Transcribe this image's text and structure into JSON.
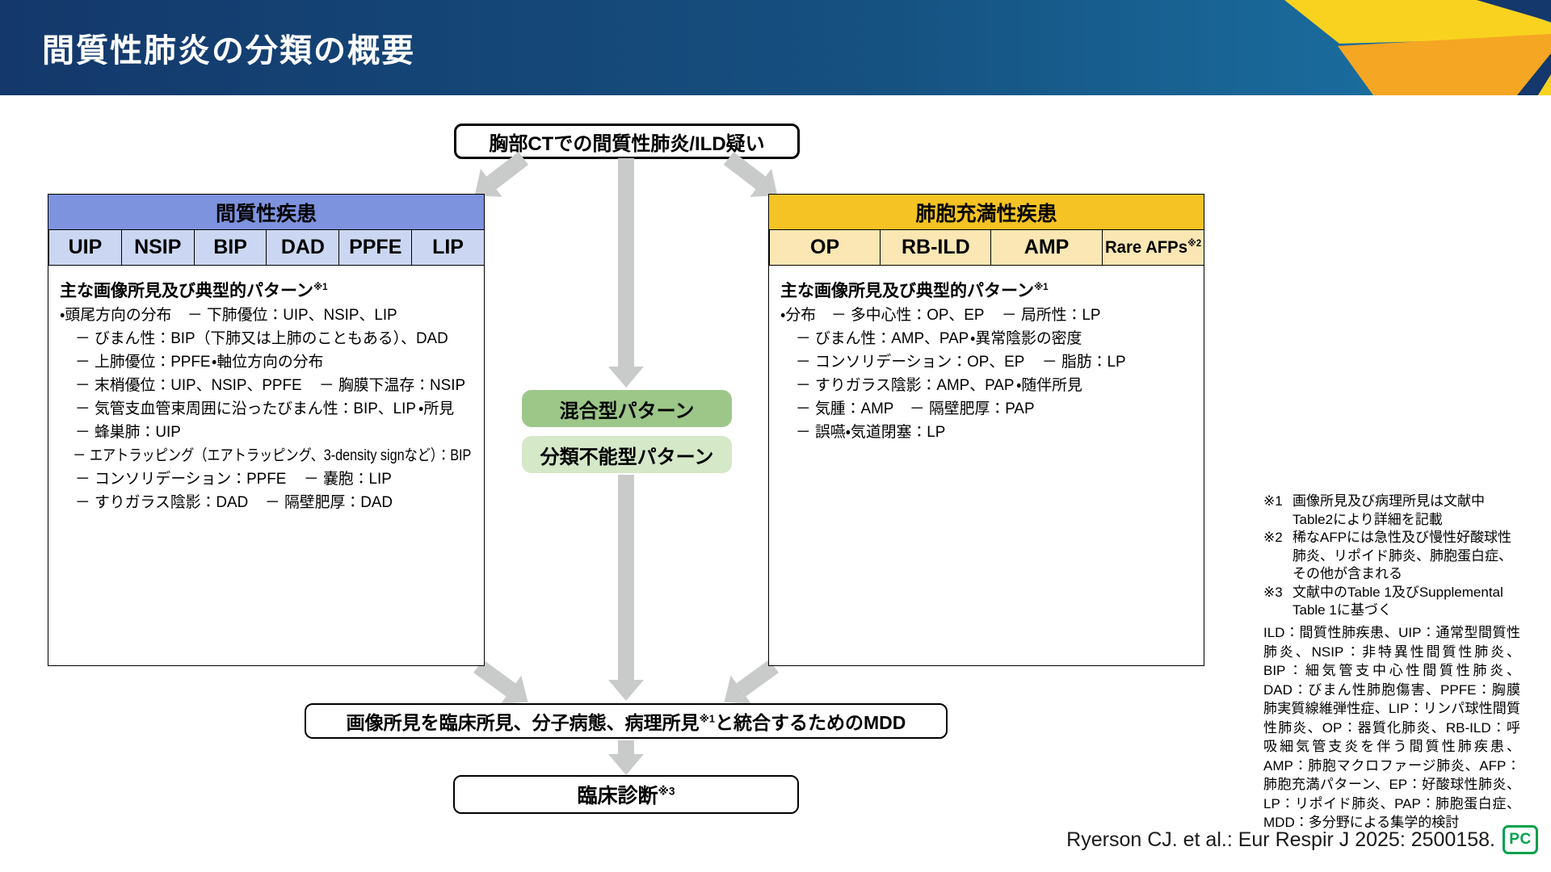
{
  "header": {
    "title": "間質性肺炎の分類の概要"
  },
  "flow": {
    "ct_box": "胸部CTでの間質性肺炎/ILD疑い",
    "mixed_box": "混合型パターン",
    "unclassifiable_box": "分類不能型パターン",
    "mdd_box": {
      "pre": "画像所見を臨床所見、分子病態、病理所見",
      "sup": "※1",
      "post": "と統合するためのMDD"
    },
    "diagnosis_box": {
      "label": "臨床診断",
      "sup": "※3"
    }
  },
  "left_panel": {
    "title": "間質性疾患",
    "columns": [
      {
        "label": "UIP",
        "sup": ""
      },
      {
        "label": "NSIP",
        "sup": ""
      },
      {
        "label": "BIP",
        "sup": ""
      },
      {
        "label": "DAD",
        "sup": ""
      },
      {
        "label": "PPFE",
        "sup": ""
      },
      {
        "label": "LIP",
        "sup": ""
      }
    ],
    "heading": {
      "label": "主な画像所見及び典型的パターン",
      "sup": "※1"
    },
    "lines": [
      "・頭尾方向の分布",
      "　－ 下肺優位：UIP、NSIP、LIP",
      "　－ びまん性：BIP（下肺又は上肺のこともある）、DAD",
      "　－ 上肺優位：PPFE",
      "・軸位方向の分布",
      "　－ 末梢優位：UIP、NSIP、PPFE",
      "　－ 胸膜下温存：NSIP",
      "　－ 気管支血管束周囲に沿ったびまん性：BIP、LIP",
      "・所見",
      "　－ 蜂巣肺：UIP",
      "　－ エアトラッピング（エアトラッピング、3-density signなど）：BIP",
      "　－ コンソリデーション：PPFE",
      "　－ 嚢胞：LIP",
      "　－ すりガラス陰影：DAD",
      "　－ 隔壁肥厚：DAD"
    ]
  },
  "right_panel": {
    "title": "肺胞充満性疾患",
    "columns": [
      {
        "label": "OP",
        "sup": ""
      },
      {
        "label": "RB-ILD",
        "sup": ""
      },
      {
        "label": "AMP",
        "sup": ""
      },
      {
        "label": "Rare AFPs",
        "sup": "※2"
      }
    ],
    "heading": {
      "label": "主な画像所見及び典型的パターン",
      "sup": "※1"
    },
    "lines": [
      "・分布",
      "　－ 多中心性：OP、EP",
      "　－ 局所性：LP",
      "　－ びまん性：AMP、PAP",
      "・異常陰影の密度",
      "　－ コンソリデーション：OP、EP",
      "　－ 脂肪：LP",
      "　－ すりガラス陰影：AMP、PAP",
      "・随伴所見",
      "　－ 気腫：AMP",
      "　－ 隔壁肥厚：PAP",
      "　－ 誤嚥・気道閉塞：LP"
    ]
  },
  "notes": [
    {
      "label": "※1",
      "text": "画像所見及び病理所見は文献中Table2により詳細を記載"
    },
    {
      "label": "※2",
      "text": "稀なAFPには急性及び慢性好酸球性肺炎、リポイド肺炎、肺胞蛋白症、その他が含まれる"
    },
    {
      "label": "※3",
      "text": "文献中のTable 1及びSupplemental Table 1に基づく"
    }
  ],
  "abbreviations": "ILD：間質性肺疾患、UIP：通常型間質性肺炎、NSIP：非特異性間質性肺炎、BIP：細気管支中心性間質性肺炎、DAD：びまん性肺胞傷害、PPFE：胸膜肺実質線維弾性症、LIP：リンパ球性間質性肺炎、OP：器質化肺炎、RB-ILD：呼吸細気管支炎を伴う間質性肺疾患、AMP：肺胞マクロファージ肺炎、AFP：肺胞充満パターン、EP：好酸球性肺炎、LP：リポイド肺炎、PAP：肺胞蛋白症、MDD：多分野による集学的検討",
  "citation": "Ryerson CJ. et al.: Eur Respir J 2025: 2500158.",
  "logo": "PC",
  "colors": {
    "accent_navy": "#14386B",
    "accent_teal": "#1B76A7",
    "accent_yellow": "#F9D21F",
    "accent_orange": "#F5A623",
    "left_header": "#7D93DE",
    "left_cell": "#CBD7F2",
    "right_header": "#F5C324",
    "right_cell": "#FAE7B4",
    "mixed": "#9CC789",
    "unclassifiable": "#D5E8C8",
    "arrow": "#C9CBCA",
    "logo_green": "#00A14B"
  }
}
